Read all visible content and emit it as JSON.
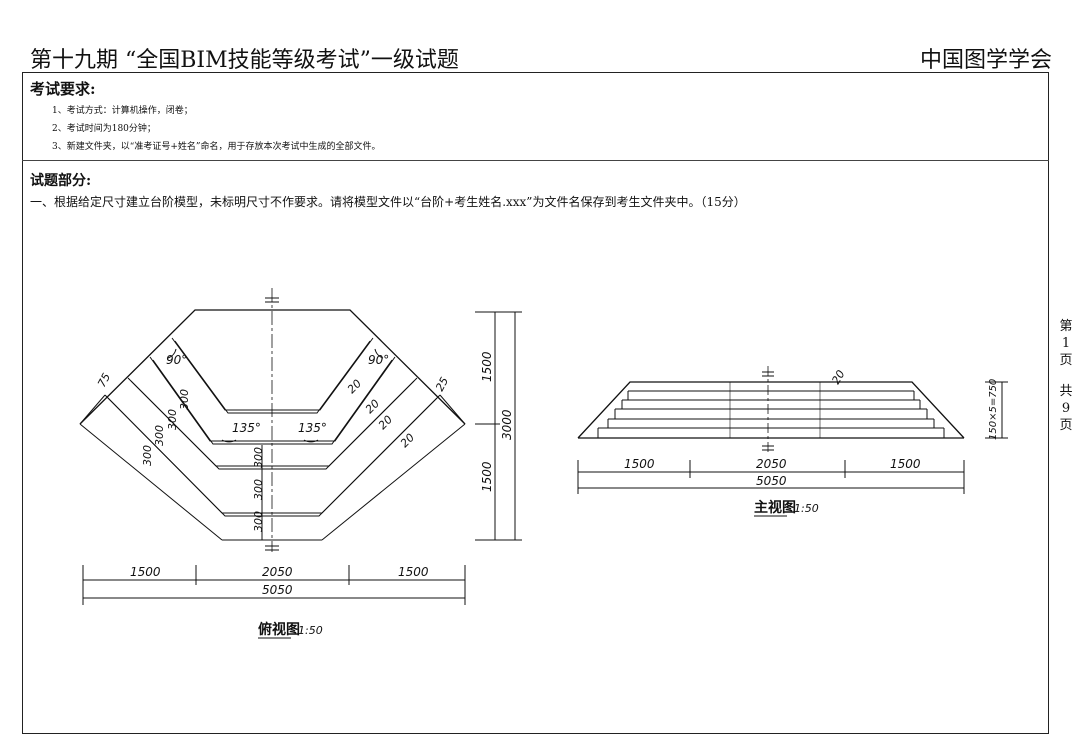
{
  "header": {
    "title": "第十九期 “全国BIM技能等级考试”一级试题",
    "org": "中国图学学会"
  },
  "requirements": {
    "heading": "考试要求:",
    "items": [
      "1、考试方式：计算机操作，闭卷；",
      "2、考试时间为180分钟；",
      "3、新建文件夹，以“准考证号+姓名”命名，用于存放本次考试中生成的全部文件。"
    ]
  },
  "exam": {
    "heading": "试题部分:",
    "question": "一、根据给定尺寸建立台阶模型，未标明尺寸不作要求。请将模型文件以“台阶+考生姓名.xxx”为文件名保存到考生文件夹中。（15分）"
  },
  "page_indicator": [
    "第",
    "1",
    "页",
    "共",
    "9",
    "页"
  ],
  "drawings": {
    "plan": {
      "caption": "俯视图",
      "scale": "1:50",
      "angles": [
        "90°",
        "90°",
        "135°",
        "135°"
      ],
      "step_widths": [
        "75",
        "300",
        "300",
        "300",
        "300",
        "300",
        "300",
        "300",
        "20",
        "20",
        "20",
        "20",
        "25"
      ],
      "bottom_dims": [
        "1500",
        "2050",
        "1500"
      ],
      "total_width": "5050",
      "right_dims": [
        "1500",
        "1500"
      ],
      "total_height": "3000"
    },
    "elevation": {
      "caption": "主视图",
      "scale": "1:50",
      "top_dim": "20",
      "height_dim": "150×5=750",
      "bottom_dims": [
        "1500",
        "2050",
        "1500"
      ],
      "total_width": "5050"
    }
  }
}
